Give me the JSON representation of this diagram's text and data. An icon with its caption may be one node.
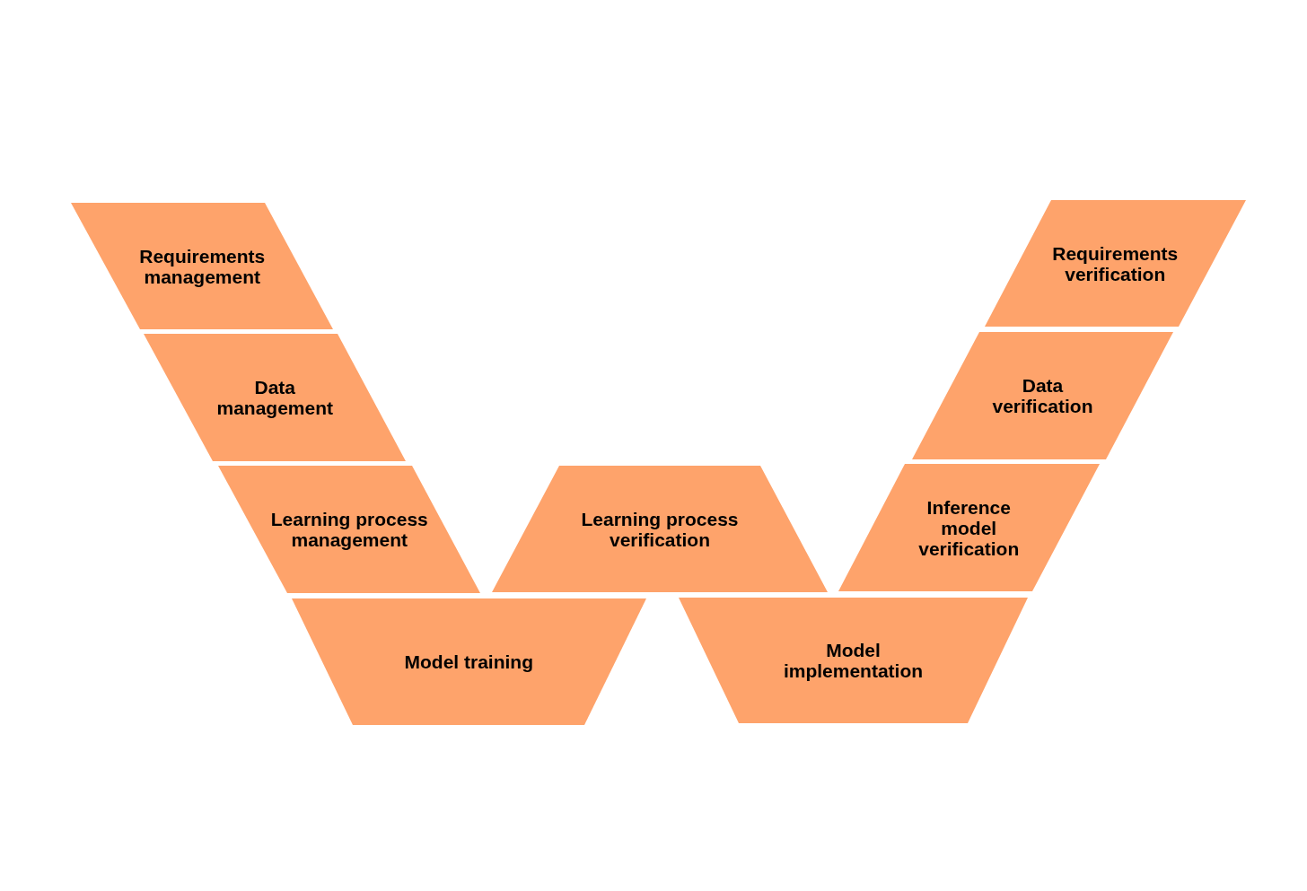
{
  "diagram": {
    "nodes": [
      {
        "text": [
          "Requirements management"
        ]
      },
      {
        "text": [
          "Data management"
        ]
      },
      {
        "text": [
          "Learning process management"
        ]
      },
      {
        "text": [
          "Model training"
        ]
      },
      {
        "text": [
          "Learning process verification"
        ]
      },
      {
        "text": [
          "Requirements verification"
        ]
      },
      {
        "text": [
          "Data verification"
        ]
      },
      {
        "text": [
          "Inference model verification"
        ]
      },
      {
        "text": [
          "Model implementation"
        ]
      }
    ]
  }
}
